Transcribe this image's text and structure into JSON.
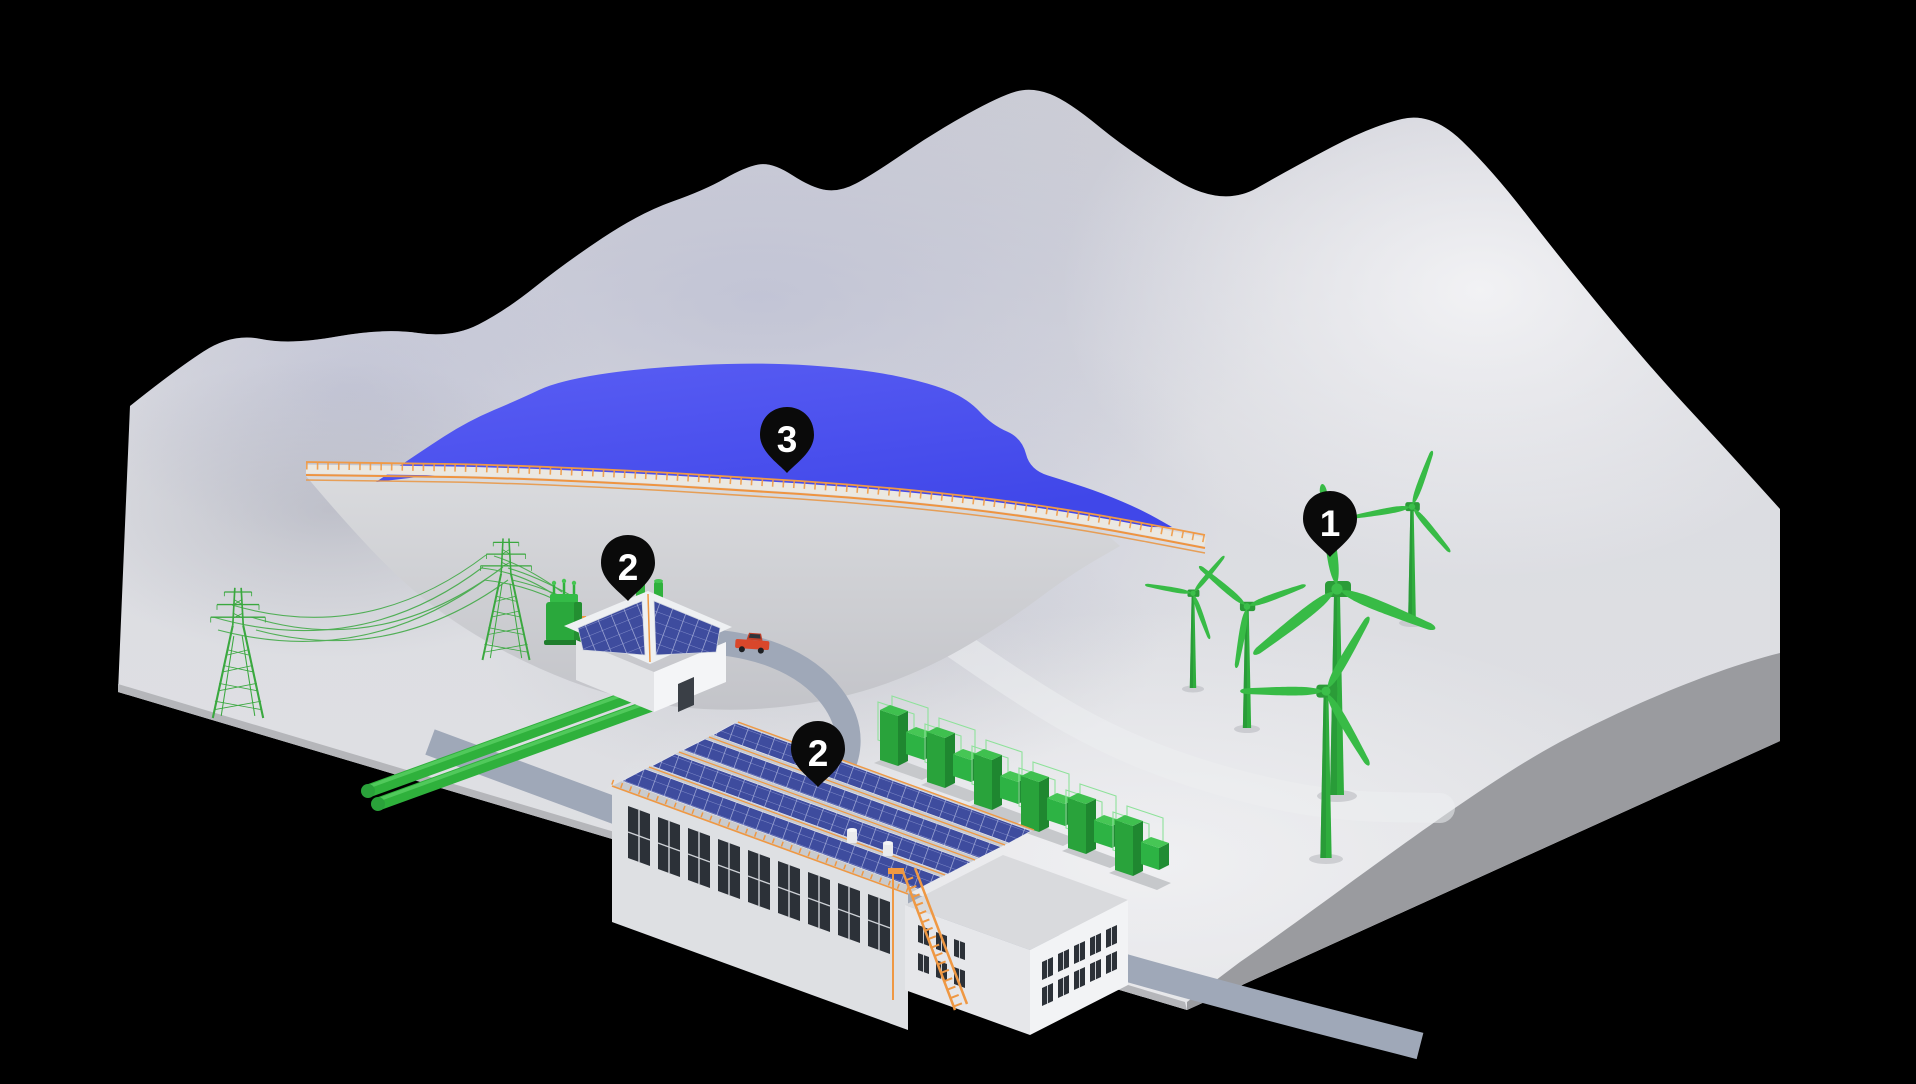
{
  "markers": [
    {
      "id": "marker-1",
      "label": "1"
    },
    {
      "id": "marker-2a",
      "label": "2"
    },
    {
      "id": "marker-2b",
      "label": "2"
    },
    {
      "id": "marker-3",
      "label": "3"
    }
  ],
  "colors": {
    "background": "#000000",
    "terrain": "#d9dade",
    "terrain_side": "#9a9b9f",
    "lake_blue": "#4750ee",
    "energy_green": "#2fb13c",
    "railing_orange": "#ef9843",
    "solar_panel_blue": "#3e4c9e",
    "road_grey": "#9fa8b8",
    "building_white": "#e6e7ea",
    "truck_red": "#d9472b",
    "marker_background": "#0a0a0a",
    "marker_text": "#ffffff"
  }
}
